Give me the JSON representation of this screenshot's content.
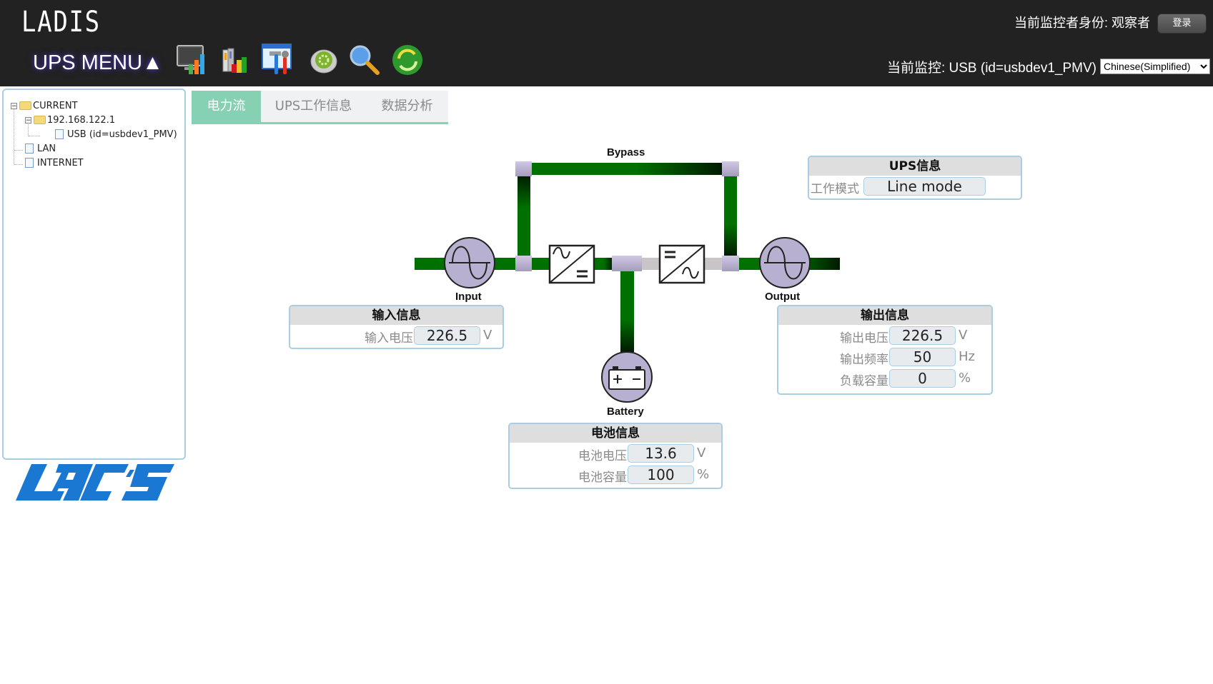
{
  "header": {
    "brand": "LADIS",
    "menu_label": "UPS MENU▲",
    "toolbar_icons": [
      "monitor-chart-icon",
      "books-chart-icon",
      "tools-window-icon",
      "settings-gear-icon",
      "search-magnifier-icon",
      "refresh-icon"
    ],
    "user_role": "当前监控者身份: 观察者",
    "login_label": "登录",
    "current_monitor": "当前监控: USB (id=usbdev1_PMV)",
    "language_selected": "Chinese(Simplified)"
  },
  "tree": {
    "nodes": [
      {
        "label": "CURRENT",
        "type": "folder",
        "expanded": true
      },
      {
        "label": "192.168.122.1",
        "type": "folder",
        "expanded": true
      },
      {
        "label": "USB (id=usbdev1_PMV)",
        "type": "file"
      },
      {
        "label": "LAN",
        "type": "file"
      },
      {
        "label": "INTERNET",
        "type": "file"
      }
    ]
  },
  "tabs": [
    {
      "label": "电力流",
      "active": true
    },
    {
      "label": "UPS工作信息",
      "active": false
    },
    {
      "label": "数据分析",
      "active": false
    }
  ],
  "diagram": {
    "bypass_label": "Bypass",
    "input_label": "Input",
    "output_label": "Output",
    "battery_label": "Battery",
    "colors": {
      "active": "#007000",
      "inactive": "#c8c4c8",
      "node": "#b8b0d0"
    }
  },
  "ups_info": {
    "title": "UPS信息",
    "mode_label": "工作模式",
    "mode_value": "Line mode"
  },
  "input_info": {
    "title": "输入信息",
    "rows": [
      {
        "label": "输入电压",
        "value": "226.5",
        "unit": "V"
      }
    ]
  },
  "output_info": {
    "title": "输出信息",
    "rows": [
      {
        "label": "输出电压",
        "value": "226.5",
        "unit": "V"
      },
      {
        "label": "输出频率",
        "value": "50",
        "unit": "Hz"
      },
      {
        "label": "负载容量",
        "value": "0",
        "unit": "%"
      }
    ]
  },
  "battery_info": {
    "title": "电池信息",
    "rows": [
      {
        "label": "电池电压",
        "value": "13.6",
        "unit": "V"
      },
      {
        "label": "电池容量",
        "value": "100",
        "unit": "%"
      }
    ]
  }
}
